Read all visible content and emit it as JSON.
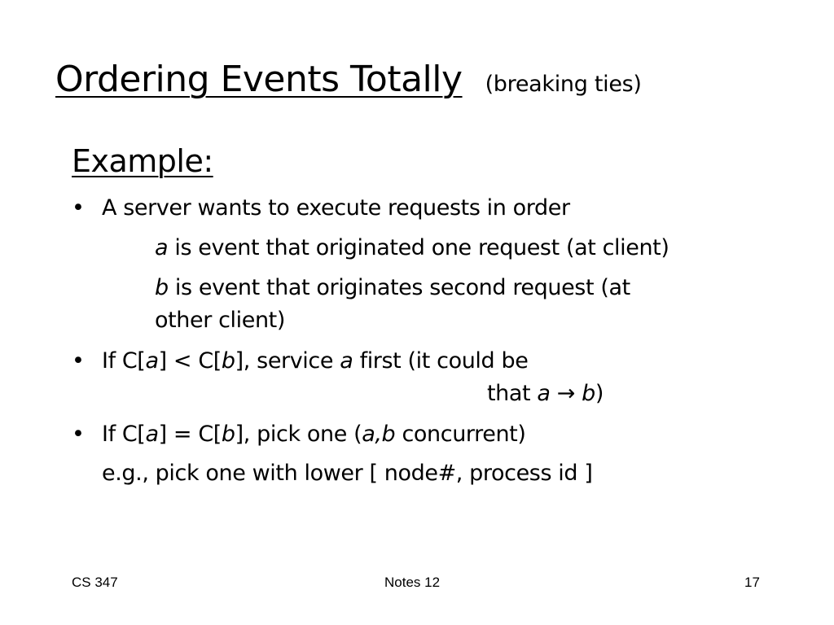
{
  "slide": {
    "title": "Ordering Events Totally",
    "subtitle": "(breaking ties)",
    "heading": "Example:",
    "bullet_char": "•",
    "bullet1": {
      "text": "A server wants to execute requests in order",
      "sub1_var": "a",
      "sub1_text": " is event that originated one request (at client)",
      "sub2_var": "b",
      "sub2_text": " is event that originates second request (at",
      "sub2_cont": "other client)"
    },
    "bullet2": {
      "p1": "If C[",
      "v1": "a",
      "p2": "] < C[",
      "v2": "b",
      "p3": "], service ",
      "v3": "a",
      "p4": " first (it could be",
      "cont_prefix": "that ",
      "cont_v1": "a",
      "arrow": " → ",
      "cont_v2": "b",
      "cont_suffix": ")"
    },
    "bullet3": {
      "p1": "If C[",
      "v1": "a",
      "p2": "] = C[",
      "v2": "b",
      "p3": "], pick one (",
      "v3": "a,b",
      "p4": " concurrent)",
      "eg": "e.g., pick one with lower [ node#, process id ]"
    }
  },
  "footer": {
    "left": "CS 347",
    "center": "Notes 12",
    "right": "17"
  }
}
